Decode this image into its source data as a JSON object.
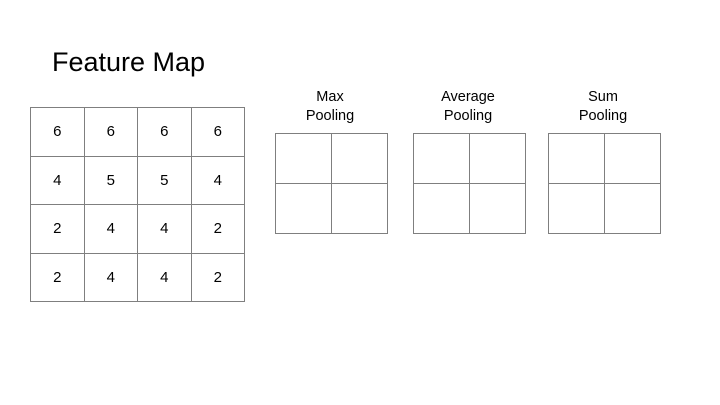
{
  "slide": {
    "title": "Feature Map",
    "background_color": "#ffffff",
    "grid_line_color": "#7f7f7f",
    "text_color": "#000000"
  },
  "feature_map": {
    "rows": [
      [
        "6",
        "6",
        "6",
        "6"
      ],
      [
        "4",
        "5",
        "5",
        "4"
      ],
      [
        "2",
        "4",
        "4",
        "2"
      ],
      [
        "2",
        "4",
        "4",
        "2"
      ]
    ]
  },
  "pooling": [
    {
      "id": "max",
      "label": "Max\nPooling",
      "cells": [
        [
          "",
          ""
        ],
        [
          "",
          ""
        ]
      ]
    },
    {
      "id": "average",
      "label": "Average\nPooling",
      "cells": [
        [
          "",
          ""
        ],
        [
          "",
          ""
        ]
      ]
    },
    {
      "id": "sum",
      "label": "Sum\nPooling",
      "cells": [
        [
          "",
          ""
        ],
        [
          "",
          ""
        ]
      ]
    }
  ]
}
